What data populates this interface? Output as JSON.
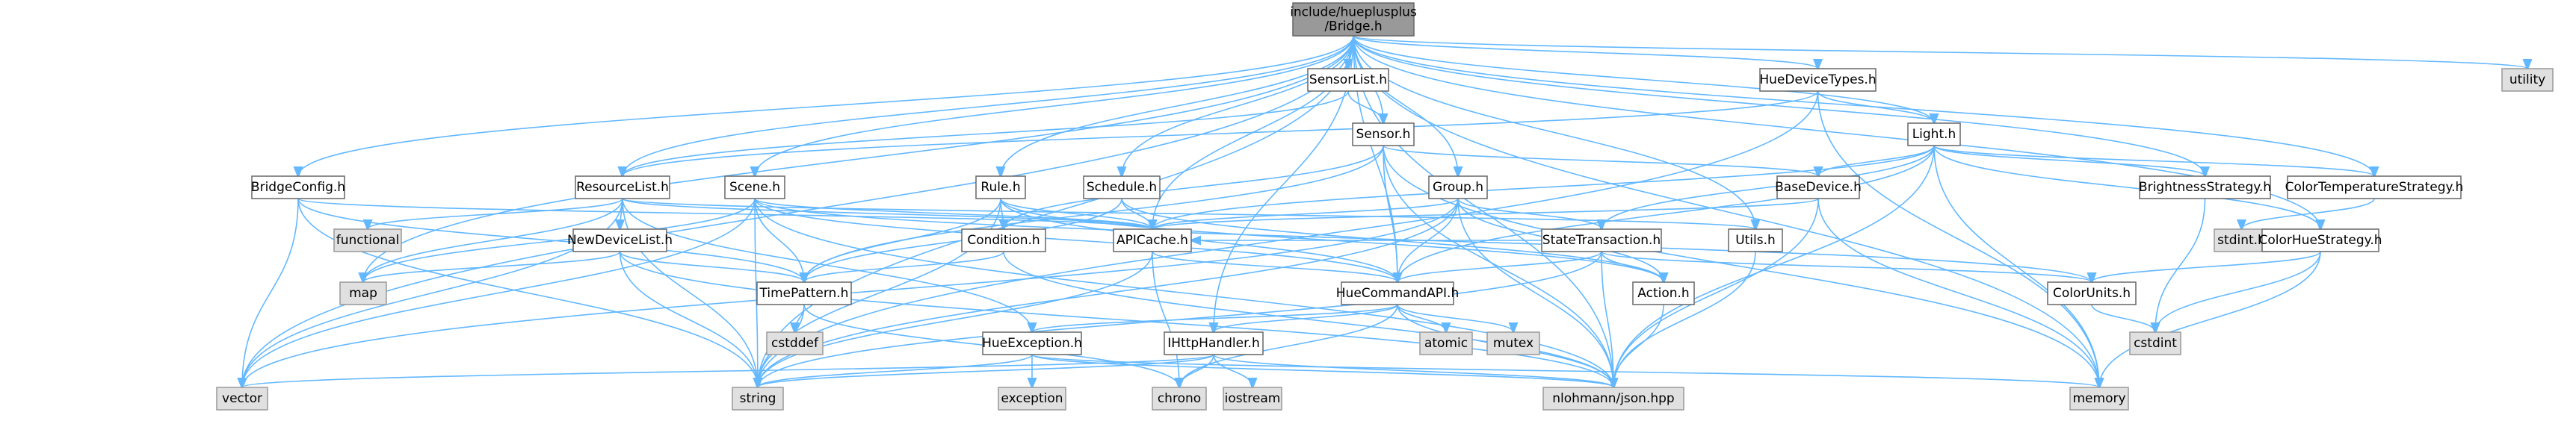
{
  "diagram": {
    "type": "include-dependency-graph",
    "root": "include/hueplusplus/Bridge.h",
    "nodes": [
      {
        "id": "bridge",
        "label_lines": [
          "include/hueplusplus",
          "/Bridge.h"
        ],
        "kind": "root"
      },
      {
        "id": "sensorlist",
        "label_lines": [
          "SensorList.h"
        ],
        "kind": "local"
      },
      {
        "id": "huedevicetypes",
        "label_lines": [
          "HueDeviceTypes.h"
        ],
        "kind": "local"
      },
      {
        "id": "utility",
        "label_lines": [
          "utility"
        ],
        "kind": "ext"
      },
      {
        "id": "sensor",
        "label_lines": [
          "Sensor.h"
        ],
        "kind": "local"
      },
      {
        "id": "light",
        "label_lines": [
          "Light.h"
        ],
        "kind": "local"
      },
      {
        "id": "bridgeconfig",
        "label_lines": [
          "BridgeConfig.h"
        ],
        "kind": "local"
      },
      {
        "id": "resourcelist",
        "label_lines": [
          "ResourceList.h"
        ],
        "kind": "local"
      },
      {
        "id": "scene",
        "label_lines": [
          "Scene.h"
        ],
        "kind": "local"
      },
      {
        "id": "rule",
        "label_lines": [
          "Rule.h"
        ],
        "kind": "local"
      },
      {
        "id": "schedule",
        "label_lines": [
          "Schedule.h"
        ],
        "kind": "local"
      },
      {
        "id": "group",
        "label_lines": [
          "Group.h"
        ],
        "kind": "local"
      },
      {
        "id": "basedevice",
        "label_lines": [
          "BaseDevice.h"
        ],
        "kind": "local"
      },
      {
        "id": "brightnessstrategy",
        "label_lines": [
          "BrightnessStrategy.h"
        ],
        "kind": "local"
      },
      {
        "id": "colortemperaturestrategy",
        "label_lines": [
          "ColorTemperatureStrategy.h"
        ],
        "kind": "local"
      },
      {
        "id": "functional",
        "label_lines": [
          "functional"
        ],
        "kind": "ext"
      },
      {
        "id": "newdevicelist",
        "label_lines": [
          "NewDeviceList.h"
        ],
        "kind": "local"
      },
      {
        "id": "condition",
        "label_lines": [
          "Condition.h"
        ],
        "kind": "local"
      },
      {
        "id": "apicache",
        "label_lines": [
          "APICache.h"
        ],
        "kind": "local"
      },
      {
        "id": "statetransaction",
        "label_lines": [
          "StateTransaction.h"
        ],
        "kind": "local"
      },
      {
        "id": "utils",
        "label_lines": [
          "Utils.h"
        ],
        "kind": "local"
      },
      {
        "id": "stdint",
        "label_lines": [
          "stdint.h"
        ],
        "kind": "ext"
      },
      {
        "id": "colorhuestrategy",
        "label_lines": [
          "ColorHueStrategy.h"
        ],
        "kind": "local"
      },
      {
        "id": "map",
        "label_lines": [
          "map"
        ],
        "kind": "ext"
      },
      {
        "id": "timepattern",
        "label_lines": [
          "TimePattern.h"
        ],
        "kind": "local"
      },
      {
        "id": "huecommandapi",
        "label_lines": [
          "HueCommandAPI.h"
        ],
        "kind": "local"
      },
      {
        "id": "action",
        "label_lines": [
          "Action.h"
        ],
        "kind": "local"
      },
      {
        "id": "colorunits",
        "label_lines": [
          "ColorUnits.h"
        ],
        "kind": "local"
      },
      {
        "id": "cstddef",
        "label_lines": [
          "cstddef"
        ],
        "kind": "ext"
      },
      {
        "id": "atomic",
        "label_lines": [
          "atomic"
        ],
        "kind": "ext"
      },
      {
        "id": "mutex",
        "label_lines": [
          "mutex"
        ],
        "kind": "ext"
      },
      {
        "id": "cstdint",
        "label_lines": [
          "cstdint"
        ],
        "kind": "ext"
      },
      {
        "id": "hueexception",
        "label_lines": [
          "HueException.h"
        ],
        "kind": "local"
      },
      {
        "id": "ihttphandler",
        "label_lines": [
          "IHttpHandler.h"
        ],
        "kind": "local"
      },
      {
        "id": "vector",
        "label_lines": [
          "vector"
        ],
        "kind": "ext"
      },
      {
        "id": "string",
        "label_lines": [
          "string"
        ],
        "kind": "ext"
      },
      {
        "id": "exception",
        "label_lines": [
          "exception"
        ],
        "kind": "ext"
      },
      {
        "id": "chrono",
        "label_lines": [
          "chrono"
        ],
        "kind": "ext"
      },
      {
        "id": "iostream",
        "label_lines": [
          "iostream"
        ],
        "kind": "ext"
      },
      {
        "id": "json",
        "label_lines": [
          "nlohmann/json.hpp"
        ],
        "kind": "ext"
      },
      {
        "id": "memory",
        "label_lines": [
          "memory"
        ],
        "kind": "ext"
      }
    ],
    "edges": [
      [
        "bridge",
        "sensorlist"
      ],
      [
        "bridge",
        "huedevicetypes"
      ],
      [
        "bridge",
        "utility"
      ],
      [
        "bridge",
        "sensor"
      ],
      [
        "bridge",
        "light"
      ],
      [
        "bridge",
        "bridgeconfig"
      ],
      [
        "bridge",
        "resourcelist"
      ],
      [
        "bridge",
        "scene"
      ],
      [
        "bridge",
        "rule"
      ],
      [
        "bridge",
        "schedule"
      ],
      [
        "bridge",
        "group"
      ],
      [
        "bridge",
        "brightnessstrategy"
      ],
      [
        "bridge",
        "colortemperaturestrategy"
      ],
      [
        "bridge",
        "colorhuestrategy"
      ],
      [
        "bridge",
        "apicache"
      ],
      [
        "bridge",
        "utils"
      ],
      [
        "bridge",
        "huecommandapi"
      ],
      [
        "bridge",
        "ihttphandler"
      ],
      [
        "bridge",
        "map"
      ],
      [
        "bridge",
        "vector"
      ],
      [
        "bridge",
        "string"
      ],
      [
        "bridge",
        "memory"
      ],
      [
        "bridge",
        "json"
      ],
      [
        "sensorlist",
        "sensor"
      ],
      [
        "sensorlist",
        "resourcelist"
      ],
      [
        "huedevicetypes",
        "light"
      ],
      [
        "huedevicetypes",
        "resourcelist"
      ],
      [
        "huedevicetypes",
        "memory"
      ],
      [
        "huedevicetypes",
        "string"
      ],
      [
        "sensor",
        "basedevice"
      ],
      [
        "sensor",
        "condition"
      ],
      [
        "sensor",
        "huecommandapi"
      ],
      [
        "sensor",
        "timepattern"
      ],
      [
        "sensor",
        "memory"
      ],
      [
        "sensor",
        "json"
      ],
      [
        "light",
        "apicache"
      ],
      [
        "light",
        "basedevice"
      ],
      [
        "light",
        "brightnessstrategy"
      ],
      [
        "light",
        "colortemperaturestrategy"
      ],
      [
        "light",
        "colorhuestrategy"
      ],
      [
        "light",
        "huecommandapi"
      ],
      [
        "light",
        "statetransaction"
      ],
      [
        "light",
        "memory"
      ],
      [
        "light",
        "json"
      ],
      [
        "bridgeconfig",
        "apicache"
      ],
      [
        "bridgeconfig",
        "timepattern"
      ],
      [
        "bridgeconfig",
        "vector"
      ],
      [
        "bridgeconfig",
        "string"
      ],
      [
        "resourcelist",
        "apicache"
      ],
      [
        "resourcelist",
        "hueexception"
      ],
      [
        "resourcelist",
        "newdevicelist"
      ],
      [
        "resourcelist",
        "utils"
      ],
      [
        "resourcelist",
        "functional"
      ],
      [
        "resourcelist",
        "map"
      ],
      [
        "resourcelist",
        "string"
      ],
      [
        "resourcelist",
        "vector"
      ],
      [
        "scene",
        "apicache"
      ],
      [
        "scene",
        "colorunits"
      ],
      [
        "scene",
        "timepattern"
      ],
      [
        "scene",
        "huecommandapi"
      ],
      [
        "scene",
        "map"
      ],
      [
        "scene",
        "string"
      ],
      [
        "scene",
        "vector"
      ],
      [
        "scene",
        "json"
      ],
      [
        "rule",
        "action"
      ],
      [
        "rule",
        "apicache"
      ],
      [
        "rule",
        "condition"
      ],
      [
        "rule",
        "huecommandapi"
      ],
      [
        "rule",
        "timepattern"
      ],
      [
        "rule",
        "string"
      ],
      [
        "schedule",
        "action"
      ],
      [
        "schedule",
        "apicache"
      ],
      [
        "schedule",
        "timepattern"
      ],
      [
        "group",
        "action"
      ],
      [
        "group",
        "apicache"
      ],
      [
        "group",
        "huecommandapi"
      ],
      [
        "group",
        "statetransaction"
      ],
      [
        "group",
        "string"
      ],
      [
        "group",
        "vector"
      ],
      [
        "group",
        "json"
      ],
      [
        "basedevice",
        "apicache"
      ],
      [
        "basedevice",
        "memory"
      ],
      [
        "basedevice",
        "json"
      ],
      [
        "brightnessstrategy",
        "cstdint"
      ],
      [
        "colortemperaturestrategy",
        "stdint"
      ],
      [
        "newdevicelist",
        "timepattern"
      ],
      [
        "newdevicelist",
        "map"
      ],
      [
        "newdevicelist",
        "string"
      ],
      [
        "newdevicelist",
        "json"
      ],
      [
        "condition",
        "timepattern"
      ],
      [
        "condition",
        "json"
      ],
      [
        "apicache",
        "huecommandapi"
      ],
      [
        "apicache",
        "chrono"
      ],
      [
        "apicache",
        "string"
      ],
      [
        "statetransaction",
        "action"
      ],
      [
        "statetransaction",
        "apicache"
      ],
      [
        "statetransaction",
        "colorunits"
      ],
      [
        "statetransaction",
        "huecommandapi"
      ],
      [
        "statetransaction",
        "string"
      ],
      [
        "statetransaction",
        "json"
      ],
      [
        "utils",
        "json"
      ],
      [
        "colorhuestrategy",
        "colorunits"
      ],
      [
        "colorhuestrategy",
        "cstdint"
      ],
      [
        "colorhuestrategy",
        "memory"
      ],
      [
        "timepattern",
        "cstddef"
      ],
      [
        "timepattern",
        "chrono"
      ],
      [
        "timepattern",
        "string"
      ],
      [
        "huecommandapi",
        "hueexception"
      ],
      [
        "huecommandapi",
        "ihttphandler"
      ],
      [
        "huecommandapi",
        "atomic"
      ],
      [
        "huecommandapi",
        "chrono"
      ],
      [
        "huecommandapi",
        "mutex"
      ],
      [
        "huecommandapi",
        "json"
      ],
      [
        "action",
        "json"
      ],
      [
        "colorunits",
        "cstdint"
      ],
      [
        "hueexception",
        "exception"
      ],
      [
        "hueexception",
        "memory"
      ],
      [
        "hueexception",
        "string"
      ],
      [
        "hueexception",
        "json"
      ],
      [
        "ihttphandler",
        "chrono"
      ],
      [
        "ihttphandler",
        "iostream"
      ],
      [
        "ihttphandler",
        "string"
      ],
      [
        "ihttphandler",
        "vector"
      ],
      [
        "ihttphandler",
        "json"
      ]
    ]
  }
}
